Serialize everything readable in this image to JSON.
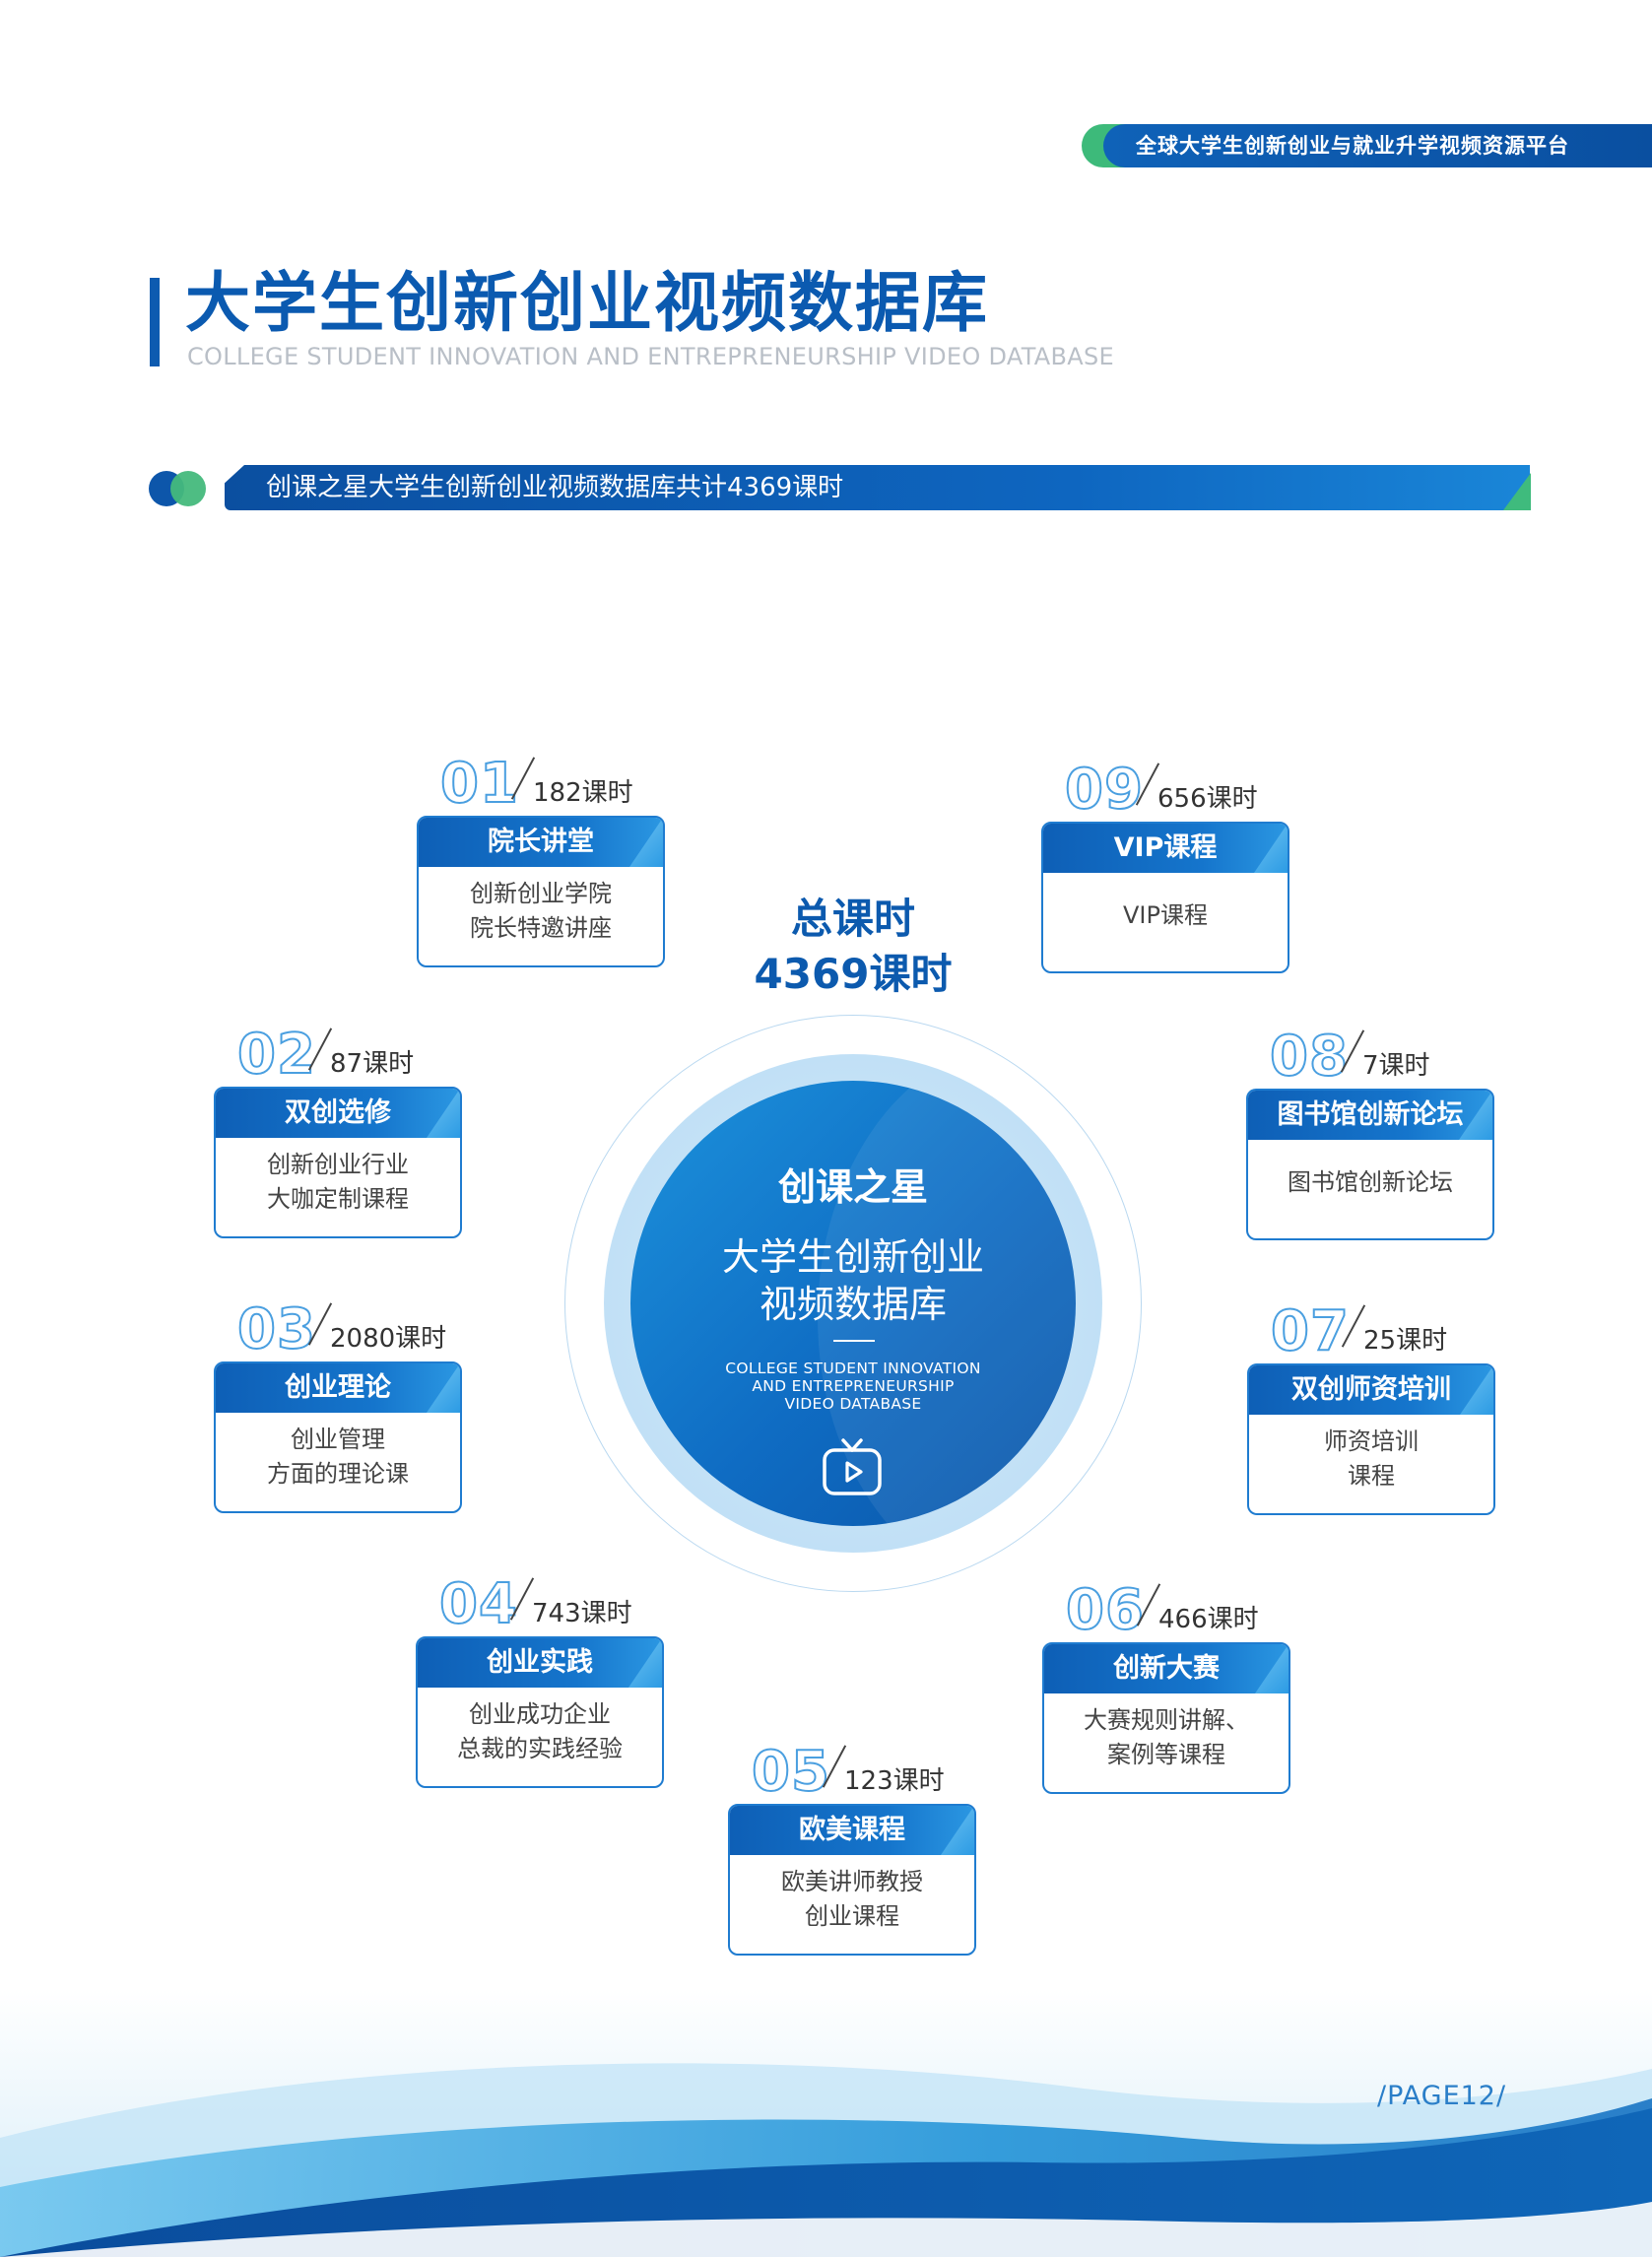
{
  "banner": {
    "text": "全球大学生创新创业与就业升学视频资源平台"
  },
  "title": {
    "cn": "大学生创新创业视频数据库",
    "en": "COLLEGE STUDENT INNOVATION AND ENTREPRENEURSHIP VIDEO DATABASE"
  },
  "subtitle": "创课之星大学生创新创业视频数据库共计4369课时",
  "total": {
    "label": "总课时",
    "value": "4369课时"
  },
  "center": {
    "brand": "创课之星",
    "line1": "大学生创新创业",
    "line2": "视频数据库",
    "en1": "COLLEGE STUDENT INNOVATION",
    "en2": "AND ENTREPRENEURSHIP",
    "en3": "VIDEO DATABASE",
    "icon": "tv-play-icon"
  },
  "modules": [
    {
      "num": "01",
      "hours": "182课时",
      "title": "院长讲堂",
      "desc1": "创新创业学院",
      "desc2": "院长特邀讲座"
    },
    {
      "num": "02",
      "hours": "87课时",
      "title": "双创选修",
      "desc1": "创新创业行业",
      "desc2": "大咖定制课程"
    },
    {
      "num": "03",
      "hours": "2080课时",
      "title": "创业理论",
      "desc1": "创业管理",
      "desc2": "方面的理论课"
    },
    {
      "num": "04",
      "hours": "743课时",
      "title": "创业实践",
      "desc1": "创业成功企业",
      "desc2": "总裁的实践经验"
    },
    {
      "num": "05",
      "hours": "123课时",
      "title": "欧美课程",
      "desc1": "欧美讲师教授",
      "desc2": "创业课程"
    },
    {
      "num": "06",
      "hours": "466课时",
      "title": "创新大赛",
      "desc1": "大赛规则讲解、",
      "desc2": "案例等课程"
    },
    {
      "num": "07",
      "hours": "25课时",
      "title": "双创师资培训",
      "desc1": "师资培训",
      "desc2": "课程"
    },
    {
      "num": "08",
      "hours": "7课时",
      "title": "图书馆创新论坛",
      "desc1": "图书馆创新论坛",
      "desc2": ""
    },
    {
      "num": "09",
      "hours": "656课时",
      "title": "VIP课程",
      "desc1": "VIP课程",
      "desc2": ""
    }
  ],
  "footer": {
    "page": "/PAGE12/"
  },
  "colors": {
    "primary": "#0c5aae",
    "accent_green": "#3dba7a",
    "card_border": "#1f7cd0"
  }
}
